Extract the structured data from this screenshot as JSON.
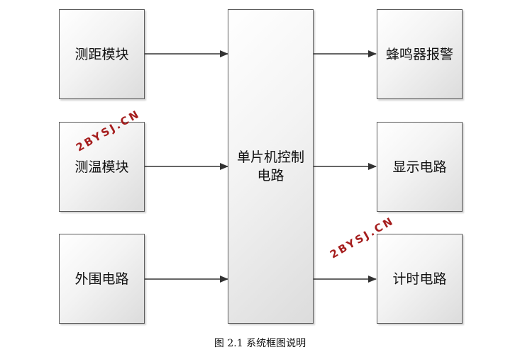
{
  "diagram": {
    "modules": {
      "ranging": "测距模块",
      "temperature": "测温模块",
      "peripheral": "外围电路",
      "mcu": "单片机控制\n电路",
      "buzzer": "蜂鸣器报警",
      "display": "显示电路",
      "timer": "计时电路"
    },
    "colors": {
      "border": "#5a5a5a",
      "arrow": "#333333",
      "watermark": "#a51d1d"
    }
  },
  "watermarks": {
    "top_left": "2BYSJ.CN",
    "middle_right": "2BYSJ.CN"
  },
  "caption": "图 2.1 系统框图说明"
}
